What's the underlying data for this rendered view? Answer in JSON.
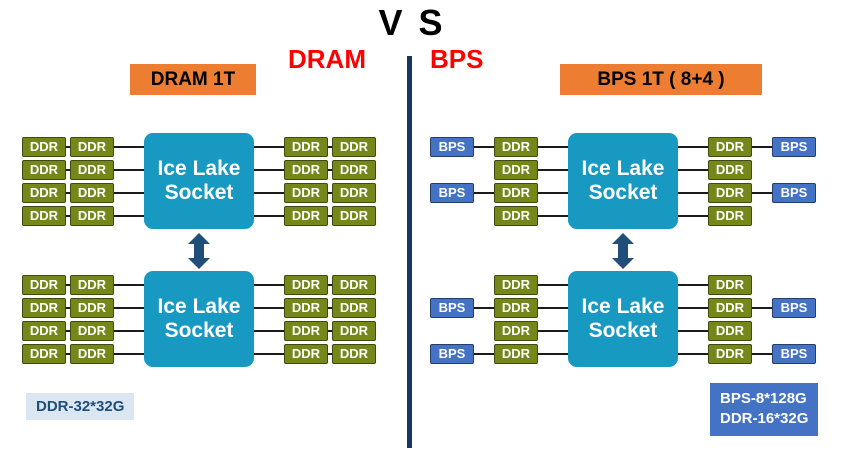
{
  "header": {
    "vs": "V S",
    "left_label": "DRAM",
    "right_label": "BPS"
  },
  "left": {
    "tag": "DRAM 1T",
    "socket_line1": "Ice Lake",
    "socket_line2": "Socket",
    "caption": "DDR-32*32G",
    "clusters": [
      {
        "left_rows": [
          [
            "DDR",
            "DDR"
          ],
          [
            "DDR",
            "DDR"
          ],
          [
            "DDR",
            "DDR"
          ],
          [
            "DDR",
            "DDR"
          ]
        ],
        "right_rows": [
          [
            "DDR",
            "DDR"
          ],
          [
            "DDR",
            "DDR"
          ],
          [
            "DDR",
            "DDR"
          ],
          [
            "DDR",
            "DDR"
          ]
        ]
      },
      {
        "left_rows": [
          [
            "DDR",
            "DDR"
          ],
          [
            "DDR",
            "DDR"
          ],
          [
            "DDR",
            "DDR"
          ],
          [
            "DDR",
            "DDR"
          ]
        ],
        "right_rows": [
          [
            "DDR",
            "DDR"
          ],
          [
            "DDR",
            "DDR"
          ],
          [
            "DDR",
            "DDR"
          ],
          [
            "DDR",
            "DDR"
          ]
        ]
      }
    ]
  },
  "right": {
    "tag": "BPS 1T ( 8+4 )",
    "socket_line1": "Ice Lake",
    "socket_line2": "Socket",
    "caption_line1": "BPS-8*128G",
    "caption_line2": "DDR-16*32G",
    "clusters": [
      {
        "left_rows": [
          [
            "BPS",
            "DDR"
          ],
          [
            "DDR"
          ],
          [
            "BPS",
            "DDR"
          ],
          [
            "DDR"
          ]
        ],
        "right_rows": [
          [
            "DDR",
            "BPS"
          ],
          [
            "DDR"
          ],
          [
            "DDR",
            "BPS"
          ],
          [
            "DDR"
          ]
        ]
      },
      {
        "left_rows": [
          [
            "DDR"
          ],
          [
            "BPS",
            "DDR"
          ],
          [
            "DDR"
          ],
          [
            "BPS",
            "DDR"
          ]
        ],
        "right_rows": [
          [
            "DDR"
          ],
          [
            "DDR",
            "BPS"
          ],
          [
            "DDR"
          ],
          [
            "DDR",
            "BPS"
          ]
        ]
      }
    ]
  },
  "colors": {
    "ddr": "#76871A",
    "bps": "#4472C4",
    "socket": "#1799C1",
    "orange": "#ED7D31",
    "navy": "#17375E",
    "arrow": "#1F4E79",
    "red": "#FF0000",
    "caption_light_bg": "#DBE6F3",
    "caption_light_text": "#1F4E79"
  }
}
